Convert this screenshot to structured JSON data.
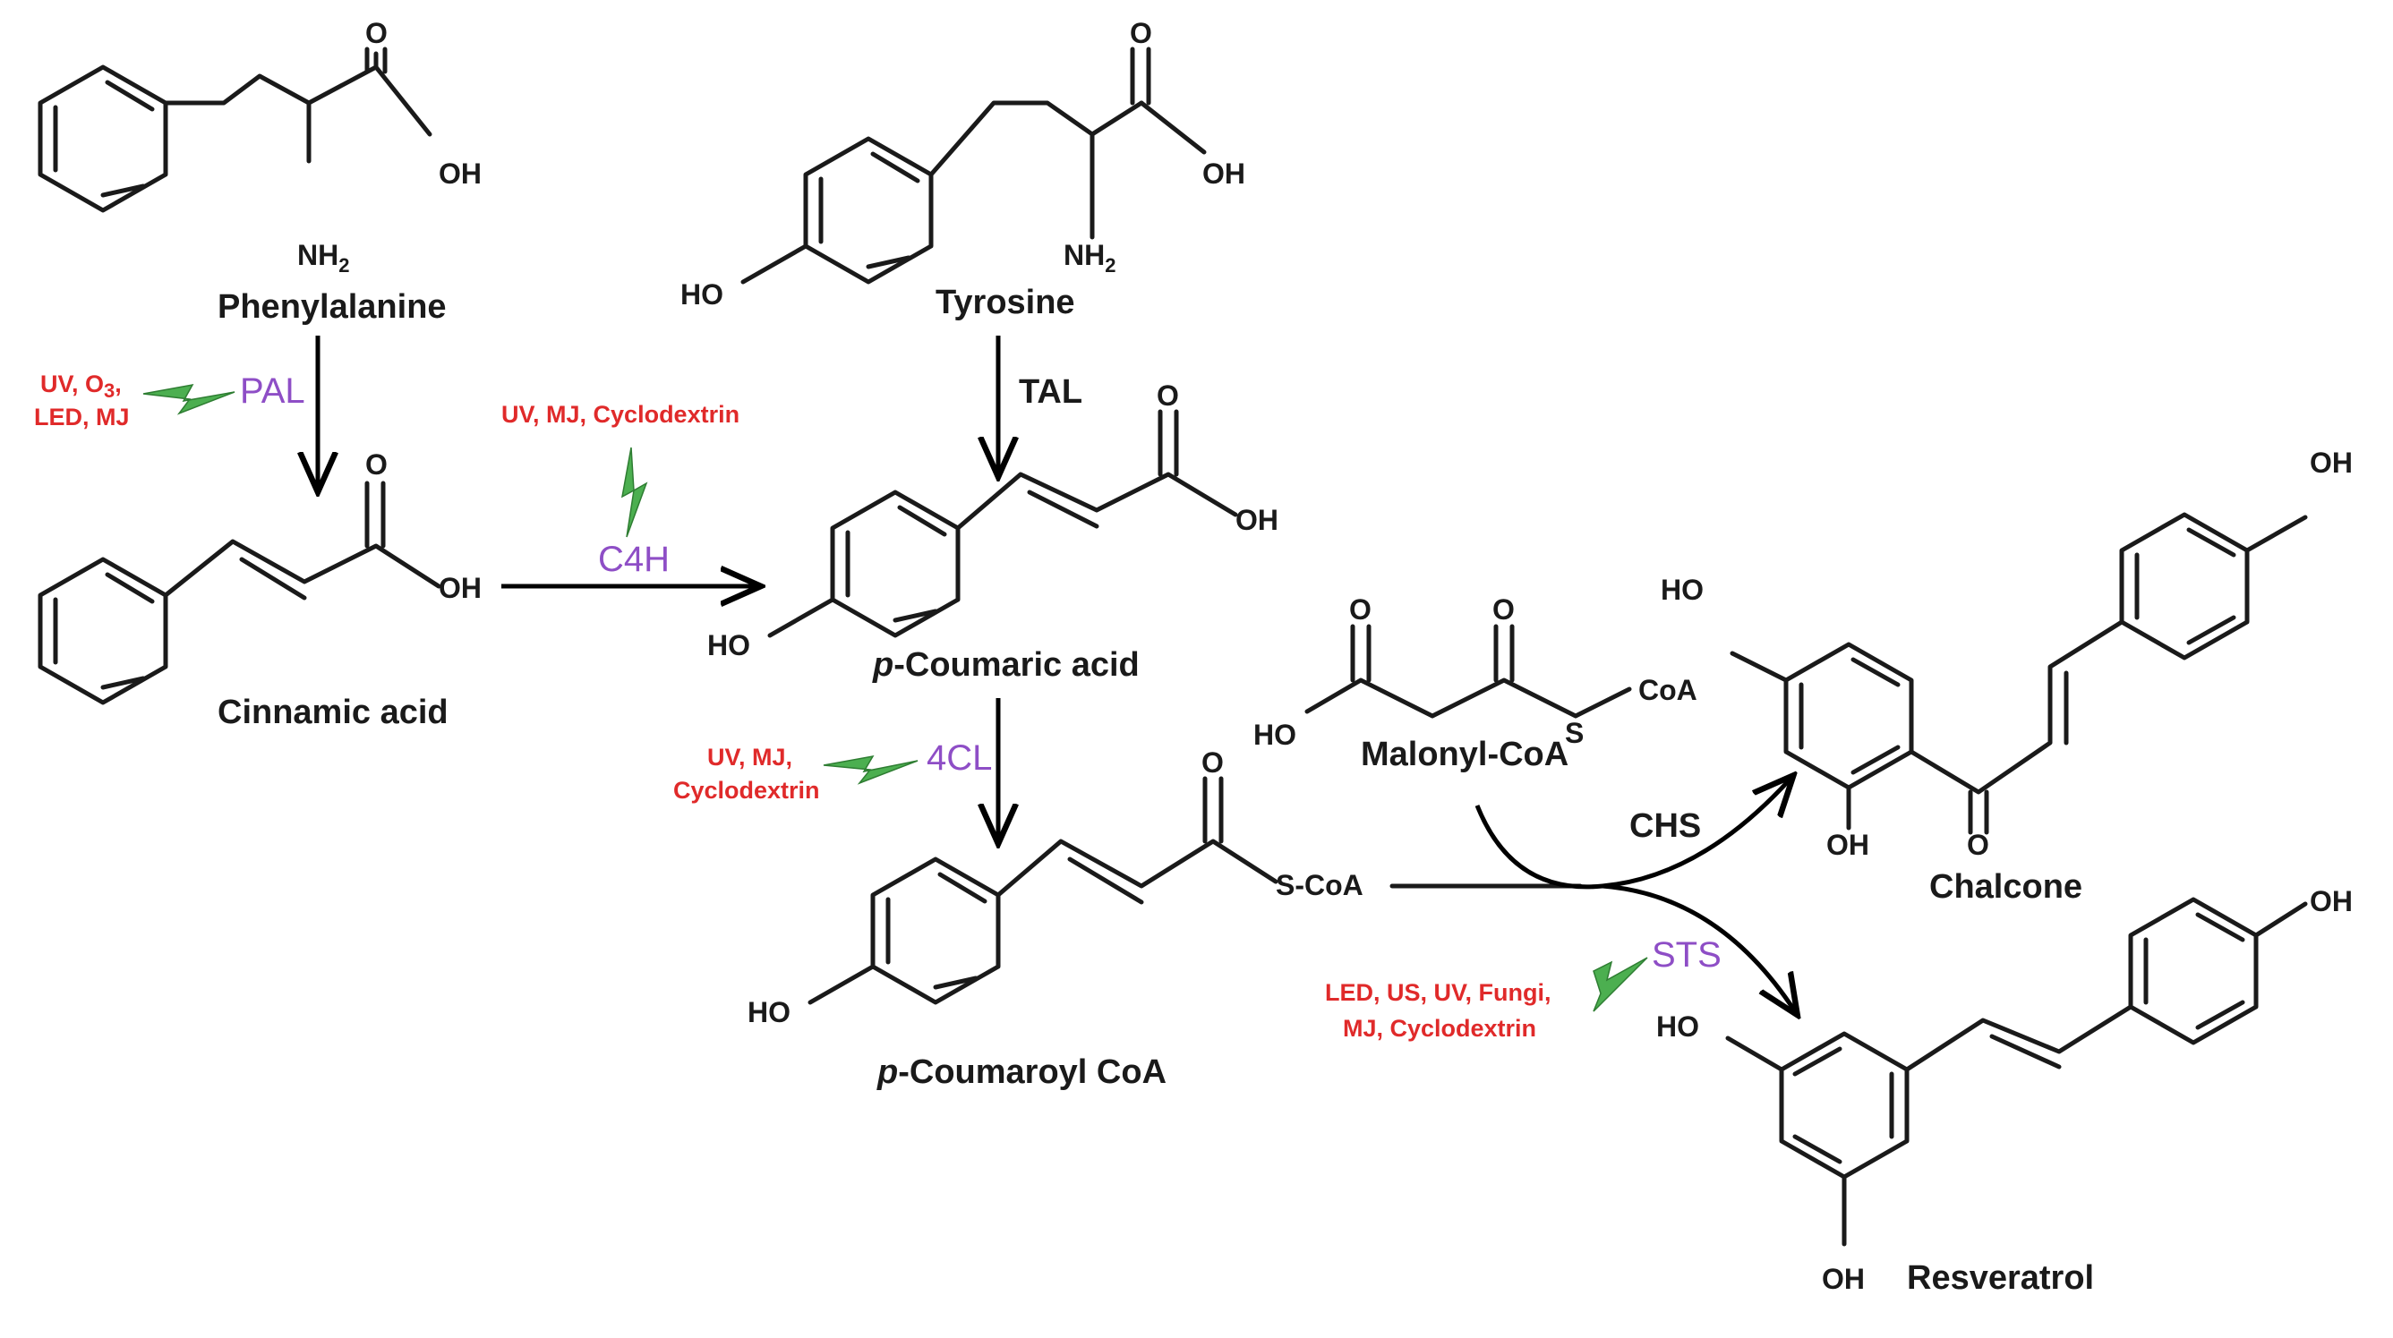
{
  "compounds": {
    "phenylalanine": "Phenylalanine",
    "tyrosine": "Tyrosine",
    "cinnamic_acid": "Cinnamic acid",
    "p_coumaric_acid_prefix": "p",
    "p_coumaric_acid_rest": "-Coumaric acid",
    "p_coumaroyl_coa_prefix": "p",
    "p_coumaroyl_coa_rest": "-Coumaroyl CoA",
    "malonyl_coa": "Malonyl-CoA",
    "chalcone": "Chalcone",
    "resveratrol": "Resveratrol"
  },
  "atoms": {
    "O": "O",
    "OH": "OH",
    "HO": "HO",
    "NH": "NH",
    "two": "2",
    "three": "3",
    "S": "S",
    "S_CoA": "S-CoA",
    "CoA": "CoA"
  },
  "enzymes": {
    "pal": "PAL",
    "tal": "TAL",
    "c4h": "C4H",
    "fourcl": "4CL",
    "chs": "CHS",
    "sts": "STS"
  },
  "elicitors": {
    "pal_line1_a": "UV, O",
    "pal_line1_b": ",",
    "pal_line2": "LED, MJ",
    "c4h": "UV, MJ, Cyclodextrin",
    "fourcl_line1": "UV, MJ,",
    "fourcl_line2": "Cyclodextrin",
    "sts_line1": "LED, US, UV, Fungi,",
    "sts_line2": "MJ, Cyclodextrin"
  },
  "colors": {
    "enzyme": "#8e4ec6",
    "elicitor": "#e02a2a",
    "bolt": "#4caf50",
    "structure": "#1a1a1a"
  }
}
